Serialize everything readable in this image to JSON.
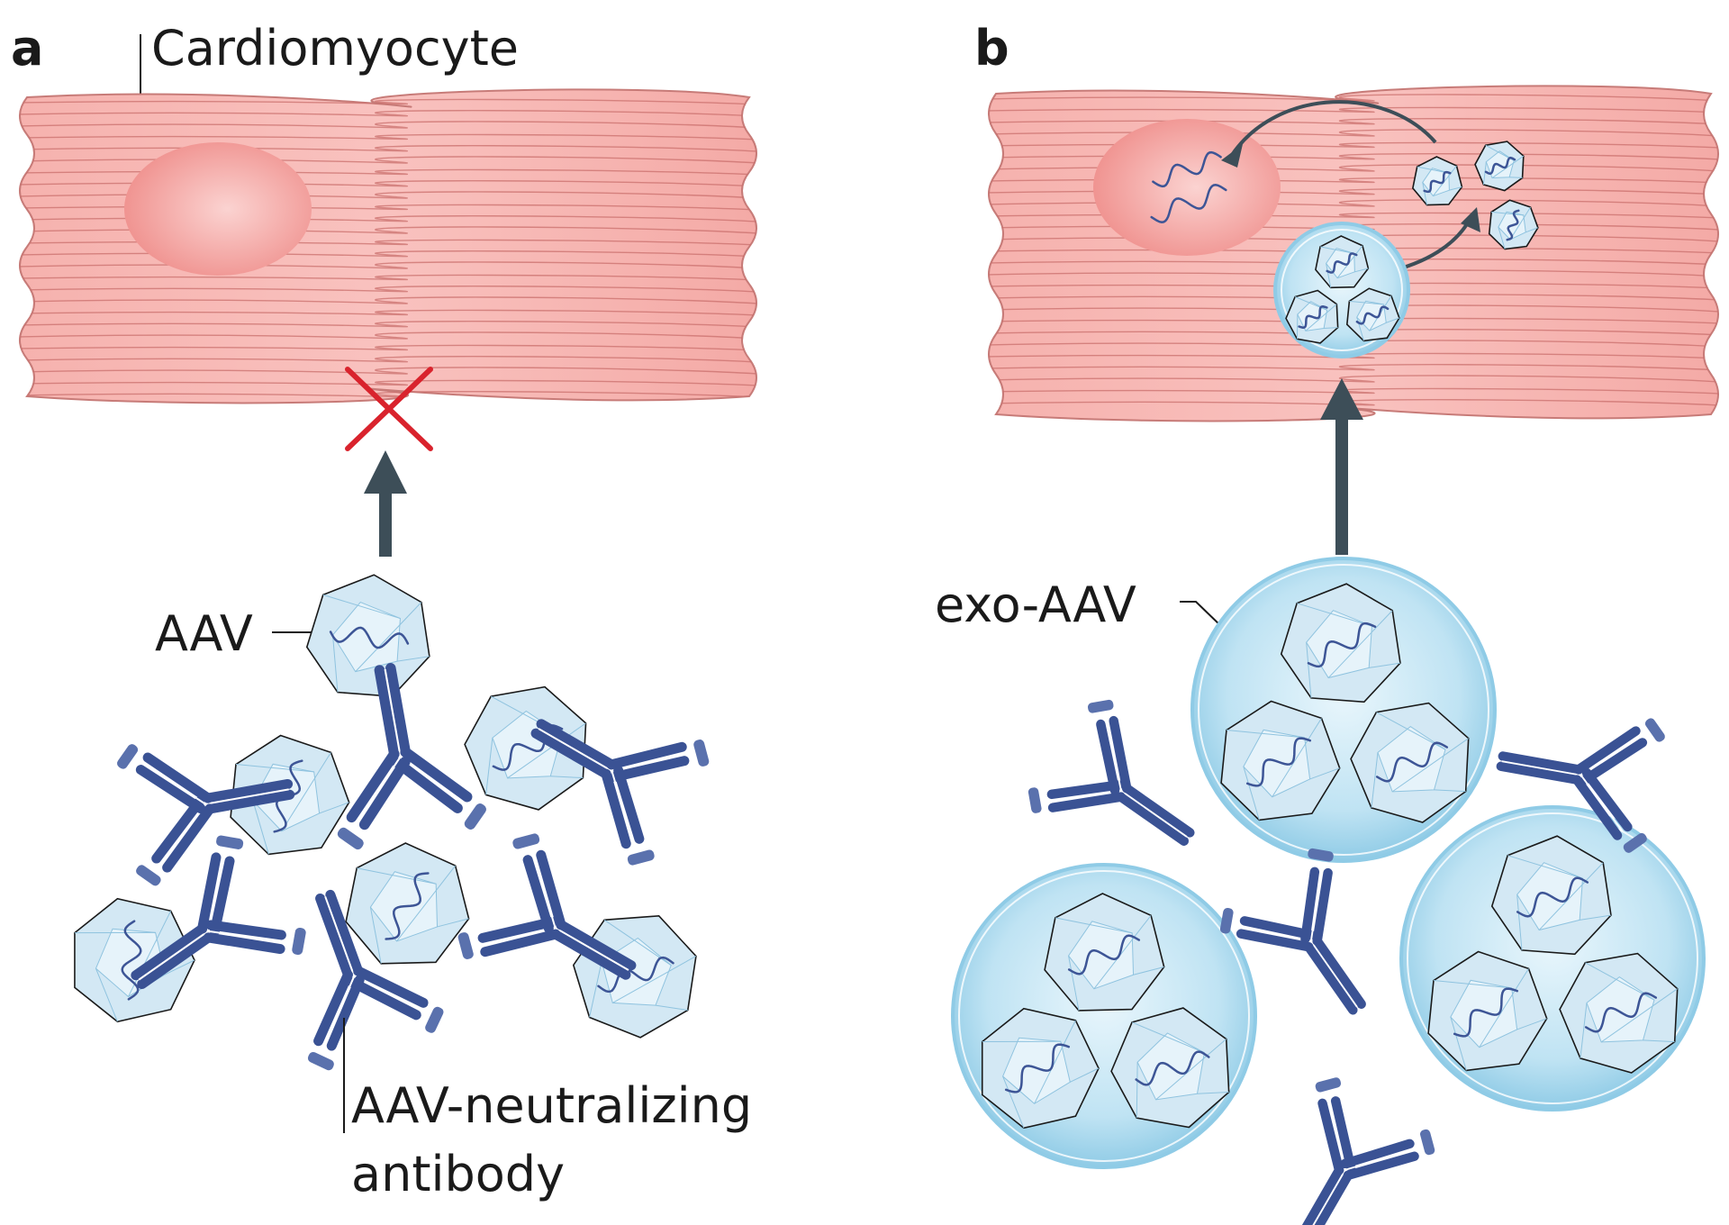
{
  "panel_a": {
    "letter": "a",
    "cell_label": "Cardiomyocyte",
    "aav_label": "AAV",
    "antibody_label_line1": "AAV-neutralizing",
    "antibody_label_line2": "antibody"
  },
  "panel_b": {
    "letter": "b",
    "exo_label": "exo-AAV"
  },
  "colors": {
    "cell_fill": "#f4aaa6",
    "cell_stroke": "#c77b78",
    "striation": "#c96f6c",
    "nucleus": "#ef8f8c",
    "capsid_fill": "#d3e8f4",
    "dna": "#3d5596",
    "antibody": "#3a5294",
    "vesicle": "#8fcbe6",
    "arrow": "#3d4e58",
    "block_x": "#d9232d"
  }
}
